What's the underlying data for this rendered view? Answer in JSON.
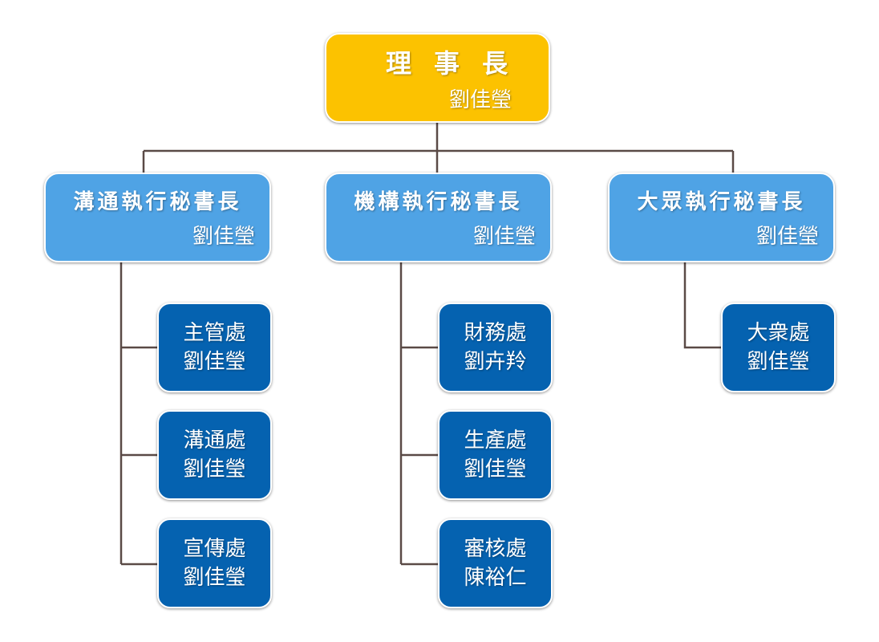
{
  "top": {
    "title": "理事長",
    "name": "劉佳瑩"
  },
  "branches": [
    {
      "title": "溝通執行秘書長",
      "name": "劉佳瑩",
      "units": [
        {
          "title": "主管處",
          "name": "劉佳瑩"
        },
        {
          "title": "溝通處",
          "name": "劉佳瑩"
        },
        {
          "title": "宣傳處",
          "name": "劉佳瑩"
        }
      ]
    },
    {
      "title": "機構執行秘書長",
      "name": "劉佳瑩",
      "units": [
        {
          "title": "財務處",
          "name": "劉卉羚"
        },
        {
          "title": "生產處",
          "name": "劉佳瑩"
        },
        {
          "title": "審核處",
          "name": "陳裕仁"
        }
      ]
    },
    {
      "title": "大眾執行秘書長",
      "name": "劉佳瑩",
      "units": [
        {
          "title": "大衆處",
          "name": "劉佳瑩"
        }
      ]
    }
  ],
  "colors": {
    "top_fill": "#fcc200",
    "mid_fill": "#4fa3e5",
    "leaf_fill": "#0562b0",
    "connector": "#5a4a46",
    "text": "#ffffff"
  }
}
